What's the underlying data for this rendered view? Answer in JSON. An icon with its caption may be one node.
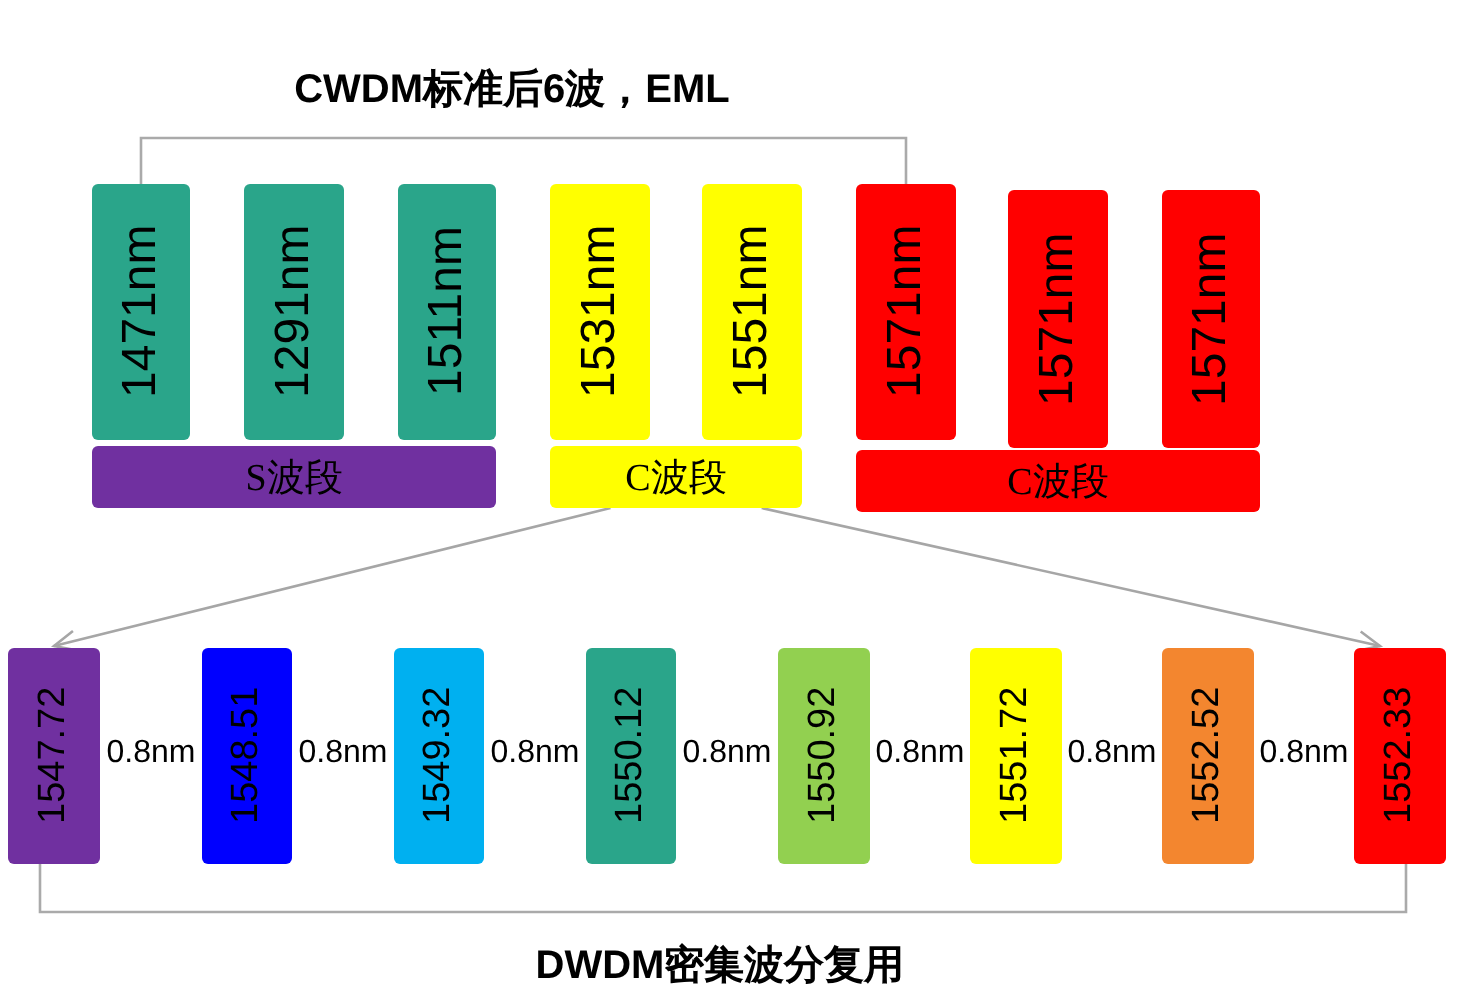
{
  "diagram": {
    "title": "CWDM标准后6波，EML",
    "nodes": [
      {
        "text": [
          "1471nm"
        ]
      },
      {
        "text": [
          "1291nm"
        ]
      },
      {
        "text": [
          "1511nm"
        ]
      },
      {
        "text": [
          "1531nm"
        ]
      },
      {
        "text": [
          "1551nm"
        ]
      },
      {
        "text": [
          "1571nm"
        ]
      },
      {
        "text": [
          "1571nm"
        ]
      },
      {
        "text": [
          "1571nm"
        ]
      },
      {
        "text": [
          "S波段"
        ]
      },
      {
        "text": [
          "C波段"
        ]
      },
      {
        "text": [
          "C波段"
        ]
      },
      {
        "text": [
          "1547.72"
        ]
      },
      {
        "text": [
          "1548.51"
        ]
      },
      {
        "text": [
          "1549.32"
        ]
      },
      {
        "text": [
          "1550.12"
        ]
      },
      {
        "text": [
          "1550.92"
        ]
      },
      {
        "text": [
          "1551.72"
        ]
      },
      {
        "text": [
          "1552.52"
        ]
      },
      {
        "text": [
          "1552.33"
        ]
      }
    ],
    "edges": [
      {
        "from": 9,
        "to": 11,
        "arrow": "to"
      },
      {
        "from": 9,
        "to": 18,
        "arrow": "to"
      }
    ],
    "labels": [
      "0.8nm",
      "0.8nm",
      "0.8nm",
      "0.8nm",
      "0.8nm",
      "0.8nm",
      "0.8nm",
      "DWDM密集波分复用"
    ]
  }
}
